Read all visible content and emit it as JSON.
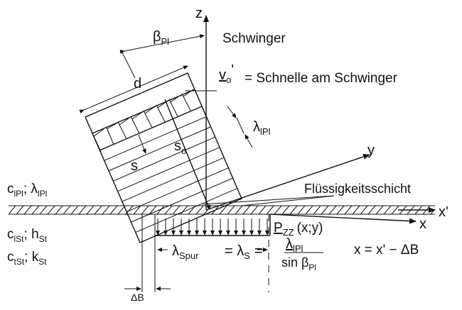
{
  "labels": {
    "z_axis": "z",
    "y_axis": "y",
    "x_axis": "x",
    "x_prime_axis": "x'",
    "beta": "β",
    "beta_sub": "Pl",
    "schwinger": "Schwinger",
    "d": "d",
    "v0": "v",
    "v0_sub": "o",
    "v0_prime": "'",
    "schnelle": "= Schnelle am Schwinger",
    "lambda": "λ",
    "lambda_sub": "lPl",
    "s0": "s",
    "s0_sub": "o",
    "s": "s",
    "fluessig": "Flüssigkeitsschicht",
    "c1pl": "c",
    "c1pl_sub": "lPl",
    "lambda1pl": "; λ",
    "lambda1pl_sub": "lPl",
    "c1st": "c",
    "c1st_sub": "lSt",
    "hst": "; h",
    "hst_sub": "St",
    "ctst": "c",
    "ctst_sub": "tSt",
    "kst": "; k",
    "kst_sub": "St",
    "pzz": "P",
    "pzz_sub": "ZZ",
    "pzz_args": "(x;y)",
    "lambda_spur": "λ",
    "lambda_spur_sub": "Spur",
    "eq_lambda_s": "= λ",
    "eq_lambda_s_sub": "S",
    "eq_equals": "=",
    "frac_num": "λ",
    "frac_num_sub": "lPl",
    "frac_den": "sin β",
    "frac_den_sub": "Pl",
    "x_eq": "x = x' − ΔB",
    "delta_b": "ΔB"
  }
}
